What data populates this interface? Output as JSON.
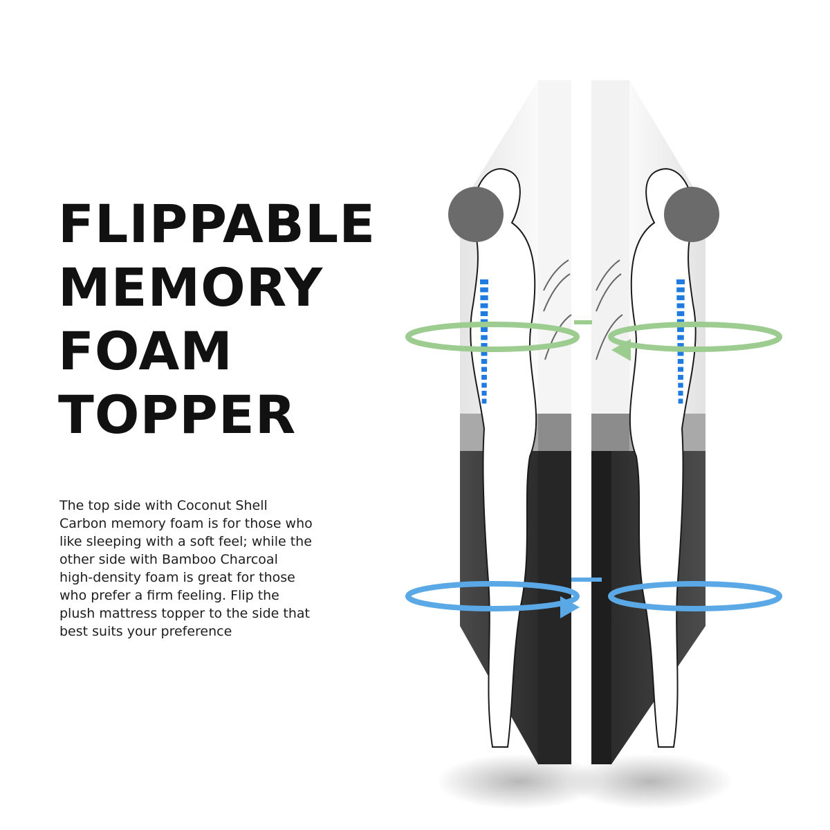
{
  "headline": {
    "lines": [
      "FLIPPABLE",
      "MEMORY",
      "FOAM",
      "TOPPER"
    ]
  },
  "description": {
    "lines": [
      "The top side with Coconut Shell",
      "Carbon memory foam is for those who",
      "like sleeping with a soft feel; while the",
      "other side with Bamboo Charcoal",
      "high-density foam is great for those",
      "who prefer a firm feeling. Flip the",
      "plush mattress topper to the side that",
      "best suits your preference"
    ]
  },
  "illustration": {
    "subject": "two mattress topper halves with body silhouettes and flip arrows",
    "icons": [
      "body-silhouette-icon",
      "spine-icon",
      "rotation-arrow-icon"
    ],
    "colors": {
      "soft_layer": "#f1f1f1",
      "firm_layer": "#3a3a3a",
      "transition_band": "#8f8f8f",
      "upper_arrow": "#9ccc8f",
      "lower_arrow": "#5aa9e6",
      "spine": "#1f7be0"
    }
  }
}
